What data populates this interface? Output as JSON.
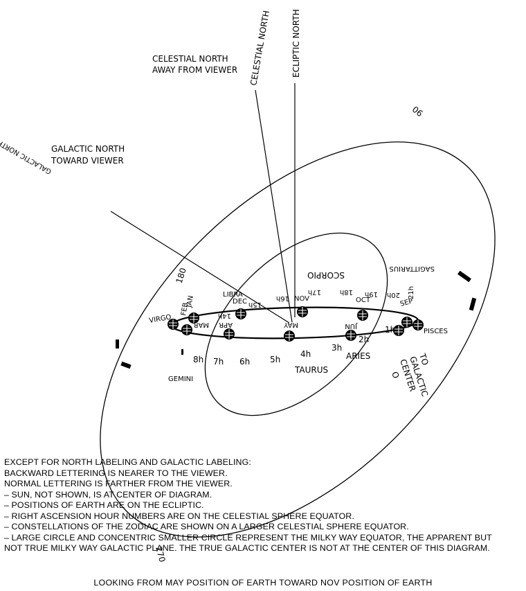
{
  "labels": {
    "ecliptic_north": "ECLIPTIC NORTH",
    "celestial_north": "CELESTIAL NORTH",
    "celestial_north_note_line1": "CELESTIAL NORTH",
    "celestial_north_note_line2": "AWAY FROM VIEWER",
    "galactic_north_note_line1": "GALACTIC NORTH",
    "galactic_north_note_line2": "TOWARD VIEWER",
    "galactic_north_reversed": "GALACTIC NORTH",
    "galactic_longitude_90": "90",
    "galactic_longitude_180": "180",
    "galactic_longitude_270": "270",
    "galactic_center_line1": "TO",
    "galactic_center_line2": "GALACTIC",
    "galactic_center_line3": "CENTER",
    "galactic_center_line4": "O"
  },
  "constellations": {
    "scorpio": "SCORPIO",
    "sagittarius": "SAGITTARIUS",
    "libra": "LIBRA",
    "virgo": "VIRGO",
    "pisces": "PISCES",
    "taurus": "TAURUS",
    "aries": "ARIES",
    "gemini": "GEMINI"
  },
  "months": {
    "dec": "DEC",
    "nov": "NOV",
    "oct": "OCT",
    "sep": "SEP",
    "jan": "JAN",
    "feb": "FEB",
    "mar": "MAR",
    "apr": "APR",
    "may": "MAY",
    "jun": "JUN"
  },
  "hours_near": [
    "8h",
    "7h",
    "6h",
    "5h",
    "4h",
    "3h",
    "2h",
    "1h"
  ],
  "hours_far": [
    "14h",
    "15h",
    "16h",
    "17h",
    "18h",
    "19h",
    "20h",
    "21h"
  ],
  "notes": [
    "EXCEPT FOR NORTH LABELING AND GALACTIC LABELING:",
    "BACKWARD LETTERING IS NEARER TO THE VIEWER.",
    "NORMAL LETTERING IS FARTHER FROM THE VIEWER.",
    "–  SUN, NOT SHOWN, IS AT CENTER OF DIAGRAM.",
    "–  POSITIONS OF EARTH ARE ON THE ECLIPTIC.",
    "–  RIGHT ASCENSION HOUR NUMBERS ARE ON THE CELESTIAL SPHERE EQUATOR.",
    "–  CONSTELLATIONS OF THE ZODIAC ARE SHOWN ON A LARGER CELESTIAL SPHERE EQUATOR.",
    "–  LARGE CIRCLE AND CONCENTRIC SMALLER CIRCLE REPRESENT THE MILKY WAY EQUATOR, THE APPARENT BUT",
    "NOT TRUE MILKY WAY GALACTIC PLANE. THE TRUE GALACTIC CENTER IS NOT AT THE CENTER OF THIS DIAGRAM."
  ],
  "caption": "LOOKING FROM MAY POSITION OF EARTH TOWARD NOV POSITION OF EARTH"
}
